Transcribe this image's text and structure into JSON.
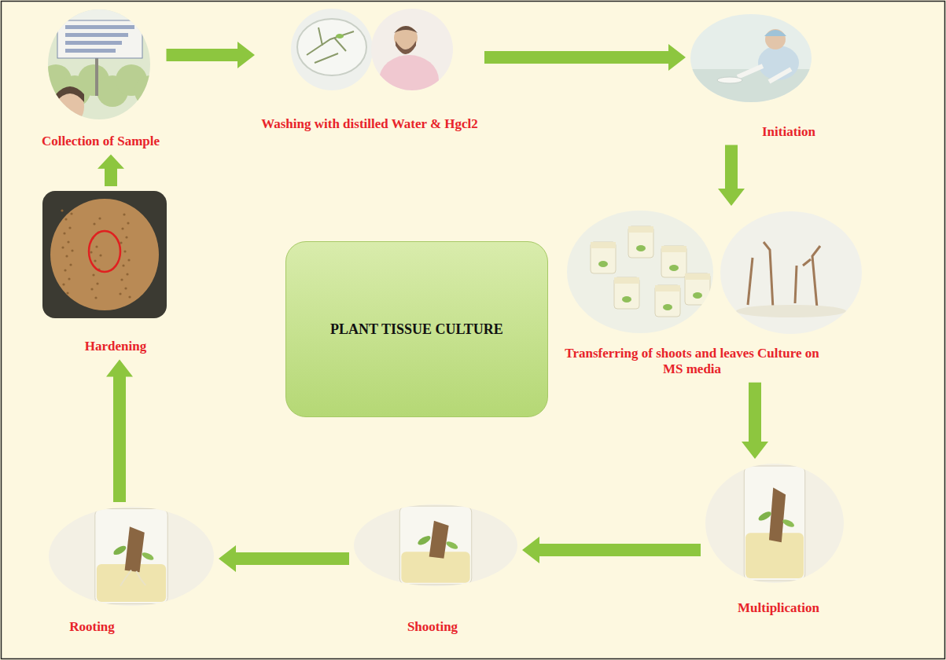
{
  "diagram": {
    "nodes": [
      {
        "text": [
          "Collection of Sample"
        ]
      },
      {
        "text": [
          "Washing with distilled Water & Hgcl2"
        ]
      },
      {
        "text": [
          "Initiation"
        ]
      },
      {
        "text": [
          "Transferring of shoots and leaves Culture on MS media"
        ]
      },
      {
        "text": [
          "Multiplication"
        ]
      },
      {
        "text": [
          "Shooting"
        ]
      },
      {
        "text": [
          "Rooting"
        ]
      },
      {
        "text": [
          "Hardening"
        ]
      },
      {
        "text": [
          "PLANT TISSUE CULTURE"
        ]
      }
    ],
    "edges": [
      {
        "from": 0,
        "to": 1,
        "arrow": "to"
      },
      {
        "from": 1,
        "to": 2,
        "arrow": "to"
      },
      {
        "from": 2,
        "to": 3,
        "arrow": "to"
      },
      {
        "from": 3,
        "to": 4,
        "arrow": "to"
      },
      {
        "from": 4,
        "to": 5,
        "arrow": "to"
      },
      {
        "from": 5,
        "to": 6,
        "arrow": "to"
      },
      {
        "from": 6,
        "to": 7,
        "arrow": "to"
      },
      {
        "from": 7,
        "to": 0,
        "arrow": "to"
      }
    ]
  }
}
